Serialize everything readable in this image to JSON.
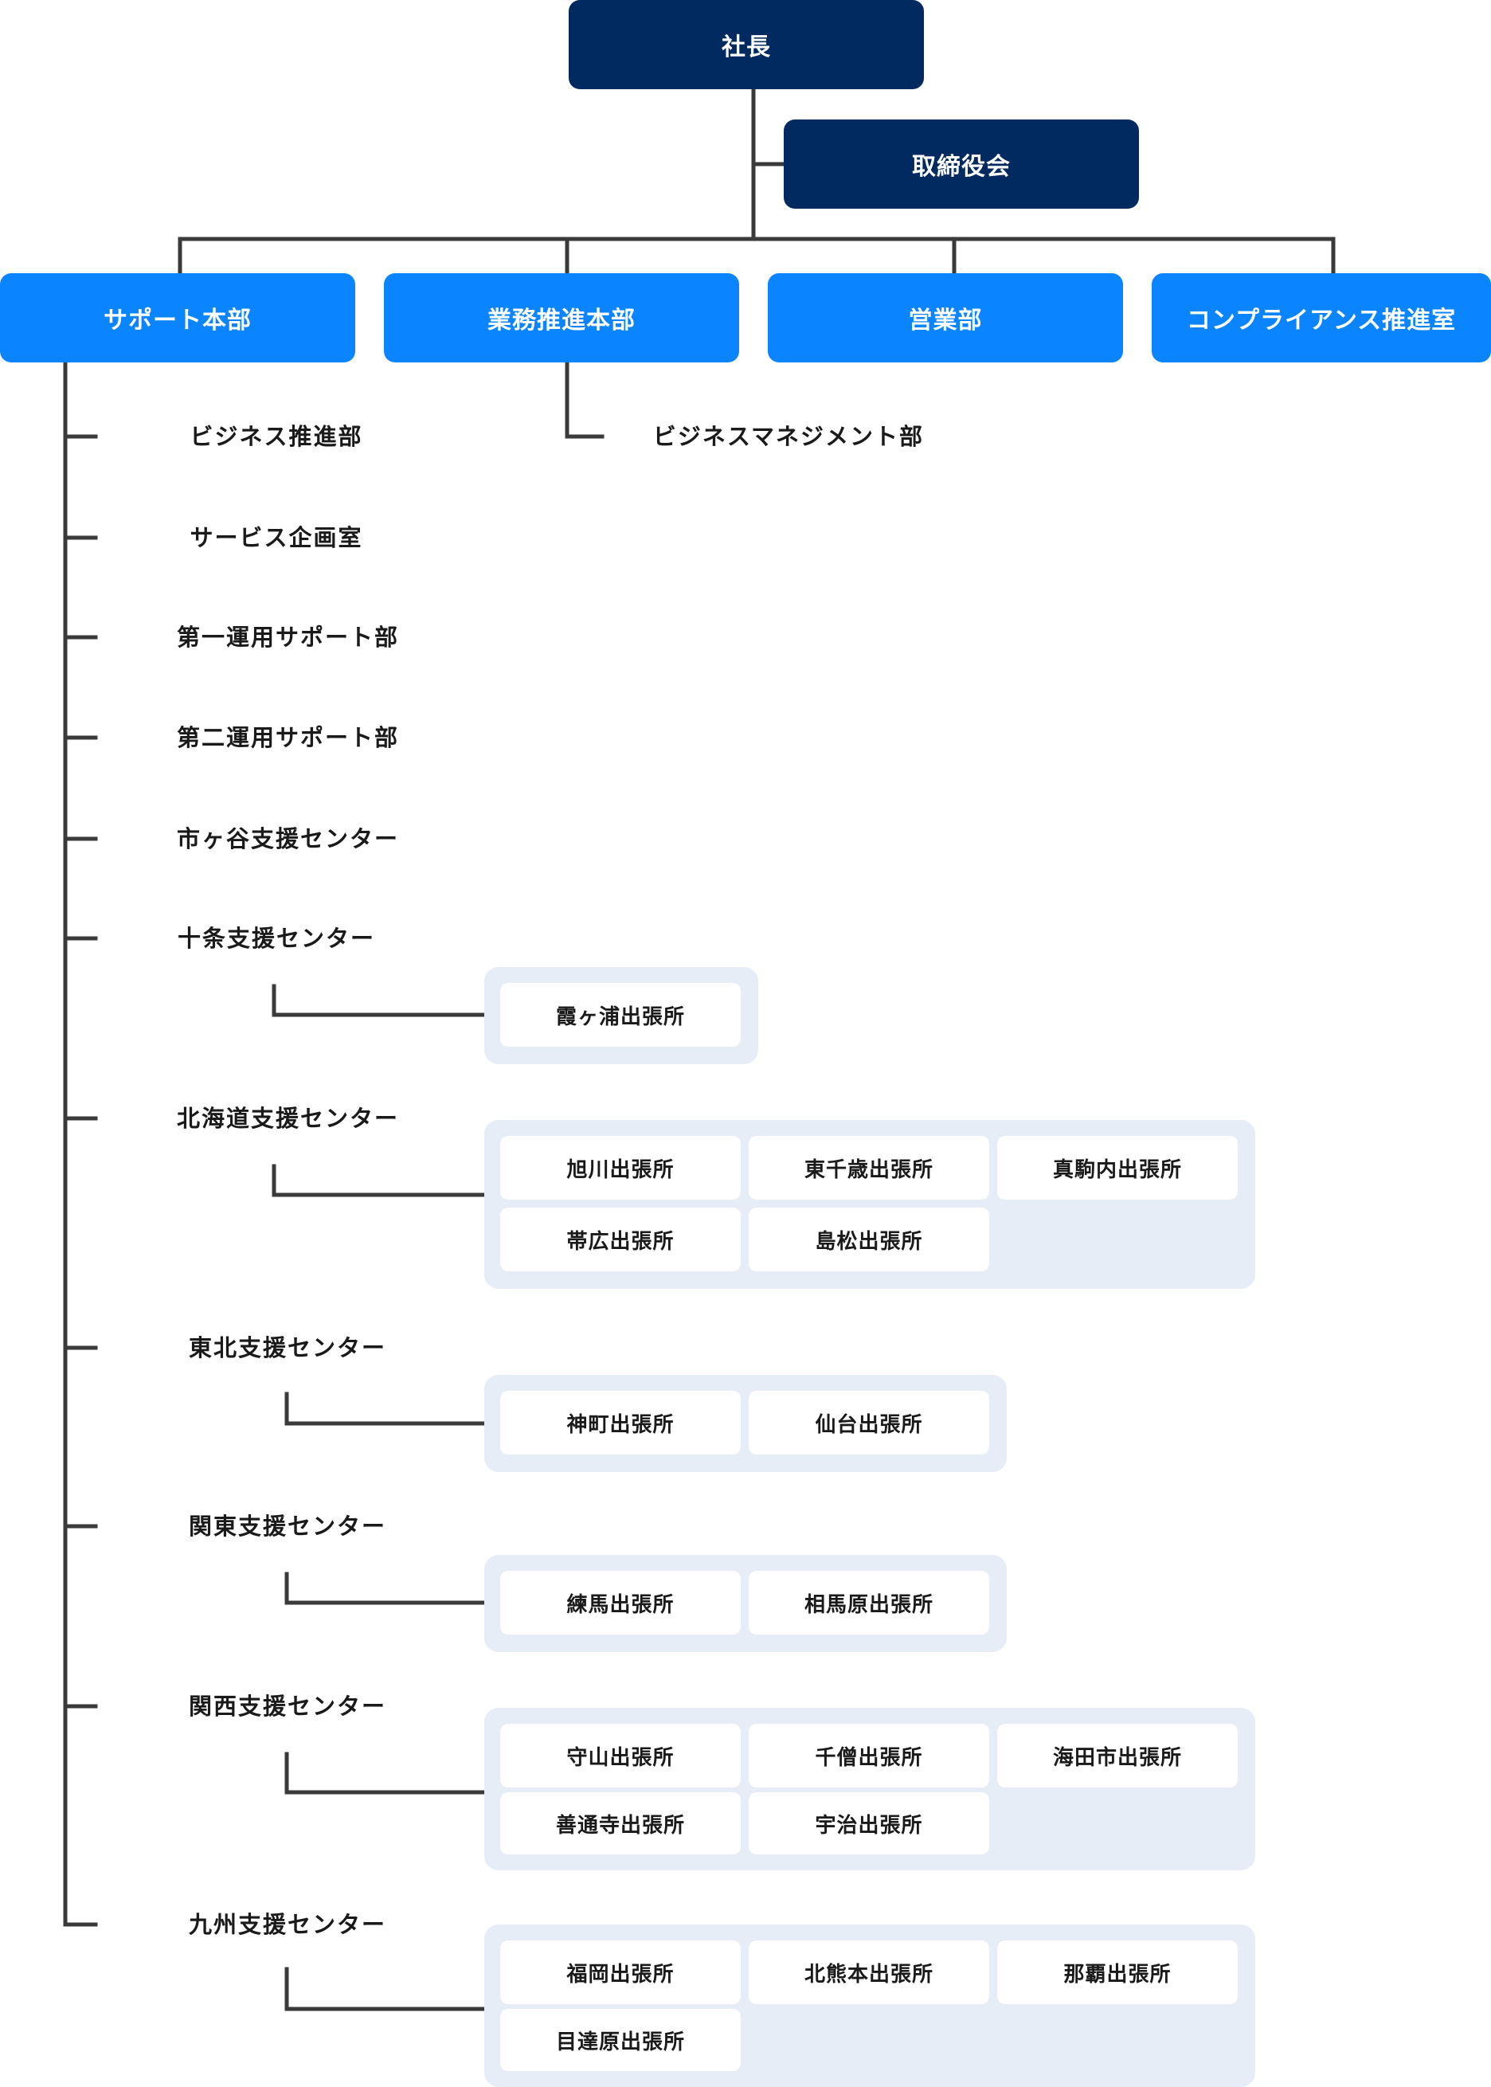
{
  "top": {
    "president": "社長",
    "board": "取締役会"
  },
  "divisions": [
    {
      "label": "サポート本部"
    },
    {
      "label": "業務推進本部"
    },
    {
      "label": "営業部"
    },
    {
      "label": "コンプライアンス推進室"
    }
  ],
  "business_sub": {
    "label": "ビジネスマネジメント部"
  },
  "support_departments": [
    {
      "label": "ビジネス推進部"
    },
    {
      "label": "サービス企画室"
    },
    {
      "label": "第一運用サポート部"
    },
    {
      "label": "第二運用サポート部"
    },
    {
      "label": "市ヶ谷支援センター"
    },
    {
      "label": "十条支援センター",
      "offices": [
        "霞ヶ浦出張所"
      ]
    },
    {
      "label": "北海道支援センター",
      "offices": [
        "旭川出張所",
        "東千歳出張所",
        "真駒内出張所",
        "帯広出張所",
        "島松出張所"
      ]
    },
    {
      "label": "東北支援センター",
      "offices": [
        "神町出張所",
        "仙台出張所"
      ]
    },
    {
      "label": "関東支援センター",
      "offices": [
        "練馬出張所",
        "相馬原出張所"
      ]
    },
    {
      "label": "関西支援センター",
      "offices": [
        "守山出張所",
        "千僧出張所",
        "海田市出張所",
        "善通寺出張所",
        "宇治出張所"
      ]
    },
    {
      "label": "九州支援センター",
      "offices": [
        "福岡出張所",
        "北熊本出張所",
        "那覇出張所",
        "目達原出張所"
      ]
    }
  ],
  "colors": {
    "dark": "#002a60",
    "blue": "#0a84ff",
    "panel": "#e6edf7",
    "line": "#3a3a3a"
  }
}
